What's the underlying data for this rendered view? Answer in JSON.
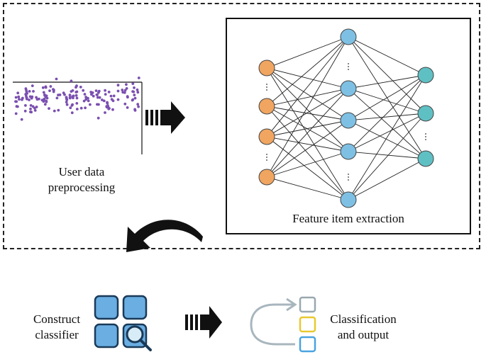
{
  "preprocessing": {
    "label": "User data preprocessing"
  },
  "feature_extraction": {
    "label": "Feature item extraction"
  },
  "construct": {
    "label": "Construct classifier"
  },
  "classification": {
    "label": "Classification and output"
  },
  "colors": {
    "input_node": "#f0a560",
    "hidden_node": "#7ec0e4",
    "output_node": "#5fc0c4",
    "scatter_point": "#7a4fb0",
    "tile": "#6aaee2",
    "tile_border": "#1a3a58",
    "output_box_yellow": "#e8c930",
    "output_box_blue": "#4aa3e0",
    "output_box_gray": "#9aa8b0"
  },
  "icons": {
    "arrow_right": "block-arrow-right-icon",
    "arrow_curved": "curved-arrow-icon",
    "classifier": "classifier-grid-icon",
    "magnifier": "magnifier-icon",
    "output": "output-list-icon"
  }
}
